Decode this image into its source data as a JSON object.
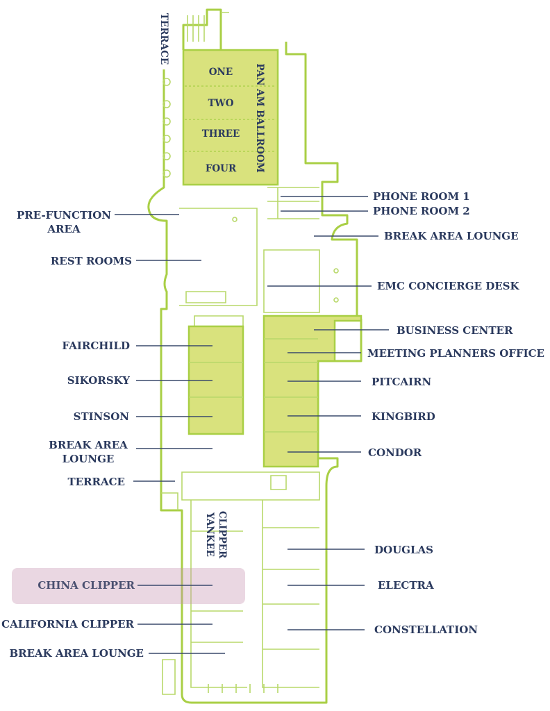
{
  "colors": {
    "wall": "#a9cf45",
    "room_fill": "#d9e27d",
    "label": "#2b3a5e",
    "highlight": "#c995b3"
  },
  "ballroom": {
    "name": "PAN AM BALLROOM",
    "sections": [
      "ONE",
      "TWO",
      "THREE",
      "FOUR"
    ]
  },
  "top_terrace": "TERRACE",
  "yankee_clipper": [
    "YANKEE",
    "CLIPPER"
  ],
  "left_labels": {
    "pre_function": [
      "PRE-FUNCTION",
      "AREA"
    ],
    "rest_rooms": "REST ROOMS",
    "fairchild": "FAIRCHILD",
    "sikorsky": "SIKORSKY",
    "stinson": "STINSON",
    "break_area": [
      "BREAK AREA",
      "LOUNGE"
    ],
    "terrace": "TERRACE",
    "china_clipper": "CHINA CLIPPER",
    "california_clipper": "CALIFORNIA CLIPPER",
    "break_area_lounge": "BREAK AREA LOUNGE"
  },
  "right_labels": {
    "phone_room_1": "PHONE ROOM 1",
    "phone_room_2": "PHONE ROOM 2",
    "break_area_lounge": "BREAK AREA LOUNGE",
    "emc_concierge": "EMC CONCIERGE DESK",
    "business_center": "BUSINESS CENTER",
    "meeting_planners": "MEETING PLANNERS OFFICE",
    "pitcairn": "PITCAIRN",
    "kingbird": "KINGBIRD",
    "condor": "CONDOR",
    "douglas": "DOUGLAS",
    "electra": "ELECTRA",
    "constellation": "CONSTELLATION"
  },
  "highlighted": "CHINA CLIPPER"
}
